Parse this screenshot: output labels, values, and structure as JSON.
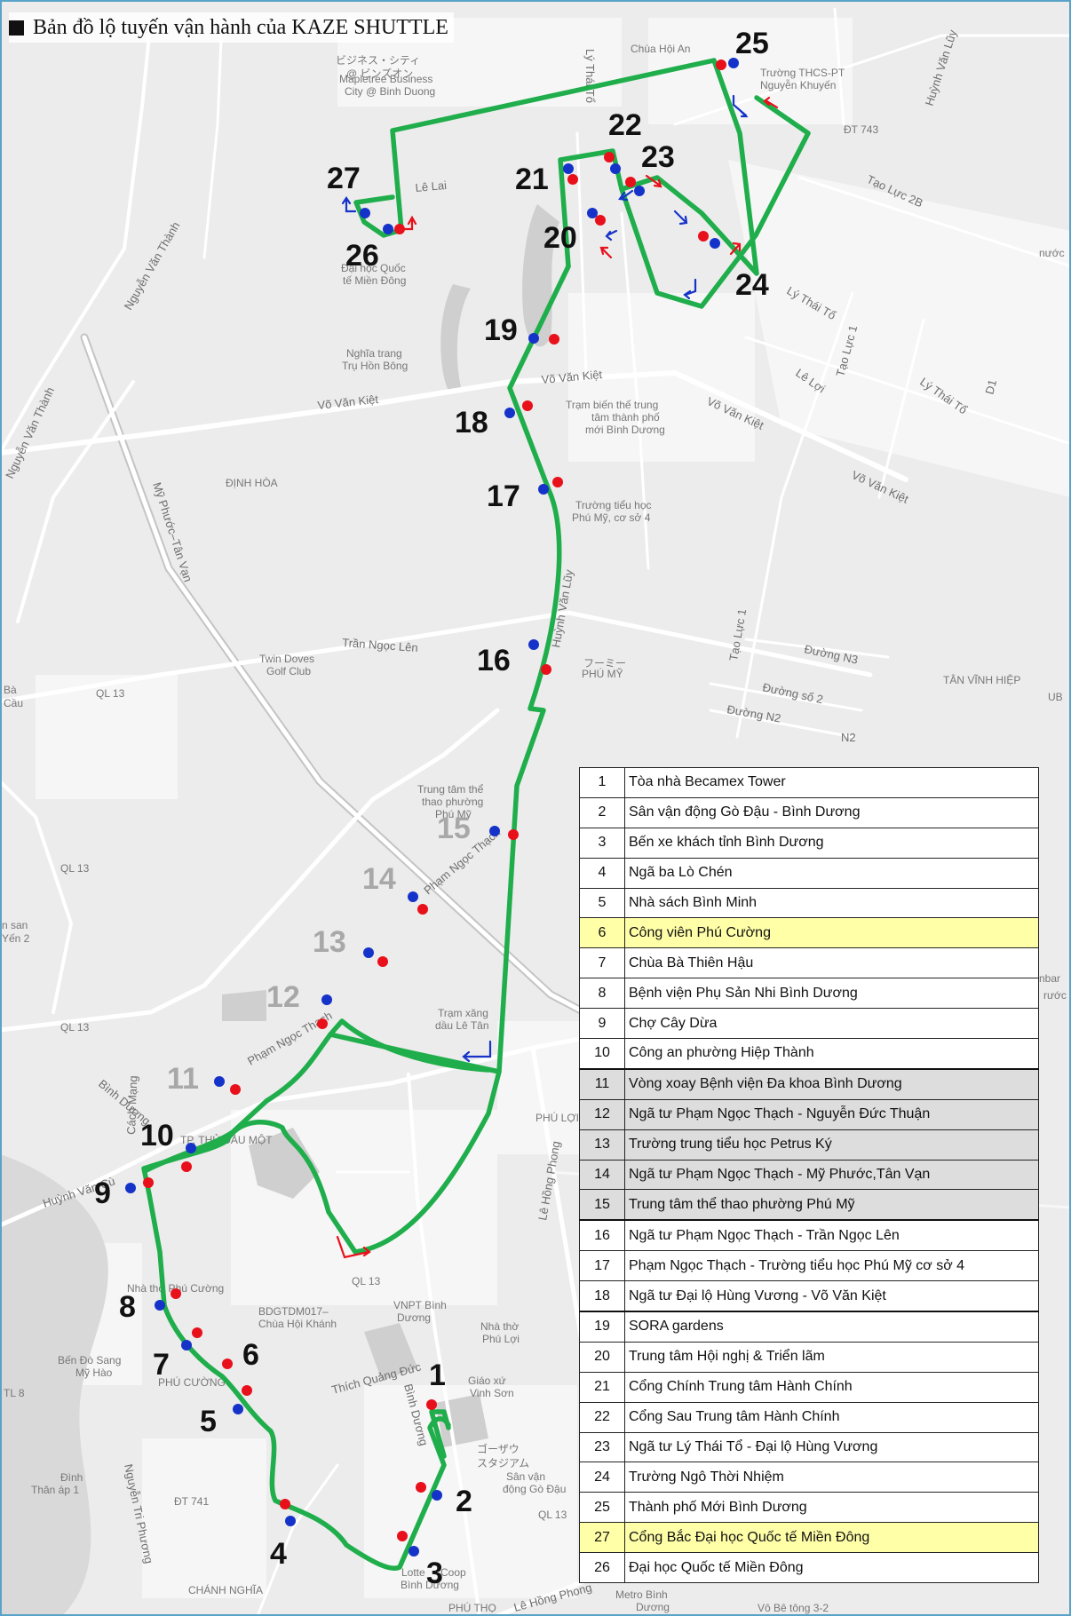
{
  "title": "Bản đồ lộ tuyến vận hành của KAZE SHUTTLE",
  "colors": {
    "route": "#1fae4b",
    "stop_outbound": "#e8101a",
    "stop_inbound": "#1533c9",
    "highlight_row": "#ffffa8",
    "grey_row": "#dddddd",
    "map_bg": "#ececec"
  },
  "map_labels": [
    "Võ Văn Kiệt",
    "Võ Văn Kiệt",
    "Võ Văn Kiệt",
    "Võ Văn Kiệt",
    "Trần Ngọc Lên",
    "Lê Lai",
    "Lý Thái Tổ",
    "Lý Thái Tổ",
    "Lý Thái Tổ",
    "Tạo Lực 2B",
    "Tạo Lực 1",
    "Tạo Lực 1",
    "Lê Lợi",
    "D1",
    "Đường N3",
    "Đường số 2",
    "Đường N2",
    "N2",
    "Nguyễn Văn Thành",
    "Nguyễn Văn Thành",
    "Mỹ Phước–Tân Vạn",
    "ĐỊNH HÒA",
    "PHÚ MỸ",
    "TÂN VĨNH HIỆP",
    "PHÚ LỢI",
    "PHÚ CƯỜNG",
    "PHÚ THỌ",
    "CHÁNH NGHĨA",
    "TP. THỦ DẦU MỘT",
    "Phạm Ngọc Thạch",
    "Phạm Ngọc Thạch",
    "Huỳnh Văn Lũy",
    "Huỳnh Văn Lũy",
    "Bình Dương",
    "Cách Mạng",
    "Huỳnh Văn Cù",
    "Lê Hồng Phong",
    "Lê Hồng Phong",
    "Thích Quảng Đức",
    "Bình Dương",
    "Nguyễn Tri Phương",
    "QL 13",
    "QL 13",
    "QL 13",
    "QL 13",
    "QL 13",
    "TL 8",
    "ĐT 741",
    "ĐT 743",
    "Twin Doves",
    "Golf Club",
    "Nghĩa trang",
    "Trụ Hồn Bông",
    "Trung tâm thể",
    "thao phường",
    "Phú Mỹ",
    "Trạm xăng",
    "dầu Lê Tân",
    "Trạm biến thế trung",
    "tâm thành phố",
    "mới Bình Dương",
    "Trường tiểu học",
    "Phú Mỹ, cơ sở 4",
    "Đại học Quốc",
    "tế Miền Đông",
    "Chùa Hội An",
    "Trường THCS-PT",
    "Nguyễn Khuyến",
    "ビジネス・シティ",
    "@ ビンズオン",
    "Mapletree Business",
    "City @ Binh Duong",
    "フーミー",
    "ゴーザウ",
    "スタジアム",
    "Sân vận",
    "động Gò Đậu",
    "Nhà thờ Phú Cường",
    "Chùa Hội Khánh",
    "BDGTDM017–",
    "VNPT Bình",
    "Dương",
    "Nhà thờ",
    "Phú Lợi",
    "Giáo xứ",
    "Vinh Sơn",
    "Bến Đò Sang",
    "Mỹ Hào",
    "Đình",
    "Thân áp 1",
    "Lotte",
    "Coop",
    "Bình Dương",
    "Metro Bình",
    "Dương",
    "Vô Bê tông 3-2",
    "nước",
    "nbar",
    "rước",
    "Bà",
    "Cầu",
    "n san",
    "Yến 2",
    "UB"
  ],
  "stop_numbers": {
    "s1": "1",
    "s2": "2",
    "s3": "3",
    "s4": "4",
    "s5": "5",
    "s6": "6",
    "s7": "7",
    "s8": "8",
    "s9": "9",
    "s10": "10",
    "s11": "11",
    "s12": "12",
    "s13": "13",
    "s14": "14",
    "s15": "15",
    "s16": "16",
    "s17": "17",
    "s18": "18",
    "s19": "19",
    "s20": "20",
    "s21": "21",
    "s22": "22",
    "s23": "23",
    "s24": "24",
    "s25": "25",
    "s26": "26",
    "s27": "27"
  },
  "stops": [
    {
      "num": "1",
      "name": "Tòa nhà Becamex Tower",
      "style": "normal"
    },
    {
      "num": "2",
      "name": "Sân vận động Gò Đậu - Bình Dương",
      "style": "normal"
    },
    {
      "num": "3",
      "name": "Bến xe khách tỉnh Bình Dương",
      "style": "normal"
    },
    {
      "num": "4",
      "name": "Ngã ba Lò Chén",
      "style": "normal"
    },
    {
      "num": "5",
      "name": "Nhà sách Bình Minh",
      "style": "normal"
    },
    {
      "num": "6",
      "name": "Công viên Phú Cường",
      "style": "highlight"
    },
    {
      "num": "7",
      "name": "Chùa Bà Thiên Hậu",
      "style": "normal"
    },
    {
      "num": "8",
      "name": "Bệnh viện Phụ Sản Nhi Bình Dương",
      "style": "normal"
    },
    {
      "num": "9",
      "name": "Chợ Cây Dừa",
      "style": "normal"
    },
    {
      "num": "10",
      "name": "Công an phường Hiệp Thành",
      "style": "normal"
    },
    {
      "num": "11",
      "name": "Vòng xoay Bệnh viện Đa khoa Bình Dương",
      "style": "grey"
    },
    {
      "num": "12",
      "name": "Ngã tư Phạm Ngọc Thạch - Nguyễn Đức Thuận",
      "style": "grey"
    },
    {
      "num": "13",
      "name": "Trường trung tiểu học Petrus Ký",
      "style": "grey"
    },
    {
      "num": "14",
      "name": "Ngã tư Phạm Ngọc Thạch - Mỹ Phước,Tân Vạn",
      "style": "grey"
    },
    {
      "num": "15",
      "name": "Trung tâm thể thao phường Phú Mỹ",
      "style": "grey"
    },
    {
      "num": "16",
      "name": "Ngã tư Phạm Ngọc Thạch - Trần Ngọc Lên",
      "style": "normal"
    },
    {
      "num": "17",
      "name": "Phạm Ngọc Thạch - Trường tiểu học Phú Mỹ cơ sở 4",
      "style": "normal"
    },
    {
      "num": "18",
      "name": "Ngã tư Đại lộ Hùng Vương - Võ Văn Kiệt",
      "style": "normal"
    },
    {
      "num": "19",
      "name": "SORA gardens",
      "style": "normal"
    },
    {
      "num": "20",
      "name": "Trung tâm Hội nghị & Triển lãm",
      "style": "normal"
    },
    {
      "num": "21",
      "name": "Cổng Chính Trung tâm Hành Chính",
      "style": "normal"
    },
    {
      "num": "22",
      "name": "Cổng Sau Trung tâm Hành Chính",
      "style": "normal"
    },
    {
      "num": "23",
      "name": "Ngã tư Lý Thái Tổ - Đại lộ Hùng Vương",
      "style": "normal"
    },
    {
      "num": "24",
      "name": "Trường Ngô Thời Nhiệm",
      "style": "normal"
    },
    {
      "num": "25",
      "name": "Thành phố Mới Bình Dương",
      "style": "normal"
    },
    {
      "num": "27",
      "name": "Cổng Bắc Đại học Quốc tế Miền Đông",
      "style": "highlight"
    },
    {
      "num": "26",
      "name": "Đại học Quốc tế Miền Đông",
      "style": "normal"
    }
  ]
}
